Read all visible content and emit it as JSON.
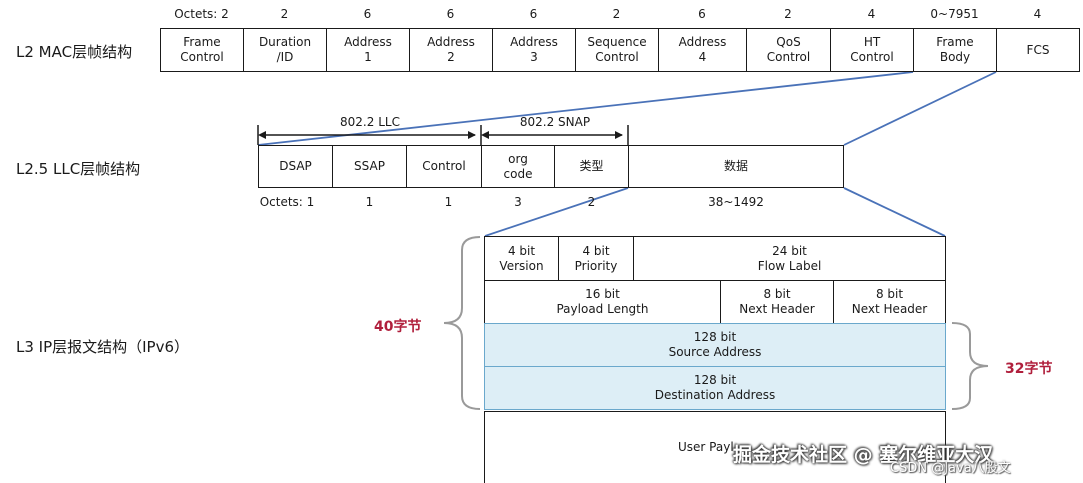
{
  "mac": {
    "row_label": "L2   MAC层帧结构",
    "octets": [
      "Octets: 2",
      "2",
      "6",
      "6",
      "6",
      "2",
      "6",
      "2",
      "4",
      "0~7951",
      "4"
    ],
    "fields": [
      "Frame\nControl",
      "Duration\n/ID",
      "Address\n1",
      "Address\n2",
      "Address\n3",
      "Sequence\nControl",
      "Address\n4",
      "QoS\nControl",
      "HT\nControl",
      "Frame\nBody",
      "FCS"
    ]
  },
  "llc": {
    "row_label": "L2.5  LLC层帧结构",
    "group_llc": "802.2 LLC",
    "group_snap": "802.2 SNAP",
    "fields": [
      "DSAP",
      "SSAP",
      "Control",
      "org\ncode",
      "类型",
      "数据"
    ],
    "octets": [
      "Octets: 1",
      "1",
      "1",
      "3",
      "2",
      "38~1492"
    ]
  },
  "ipv6": {
    "row_label": "L3   IP层报文结构（IPv6）",
    "header_size": "40字节",
    "address_size": "32字节",
    "fields": {
      "version": "4 bit\nVersion",
      "priority": "4 bit\nPriority",
      "flow_label": "24 bit\nFlow Label",
      "payload_length": "16 bit\nPayload Length",
      "next_header_1": "8 bit\nNext Header",
      "next_header_2": "8 bit\nNext Header",
      "source": "128 bit\nSource Address",
      "destination": "128 bit\nDestination Address",
      "payload": "User Payl"
    }
  },
  "watermark": {
    "main": "掘金技术社区 @ 塞尔维亚大汉",
    "sub": "CSDN @Java八股文"
  },
  "colors": {
    "connector": "#4a72b8",
    "brace": "#9a9a9a",
    "accent": "#b01f3c",
    "address_fill": "#ddeef6"
  }
}
